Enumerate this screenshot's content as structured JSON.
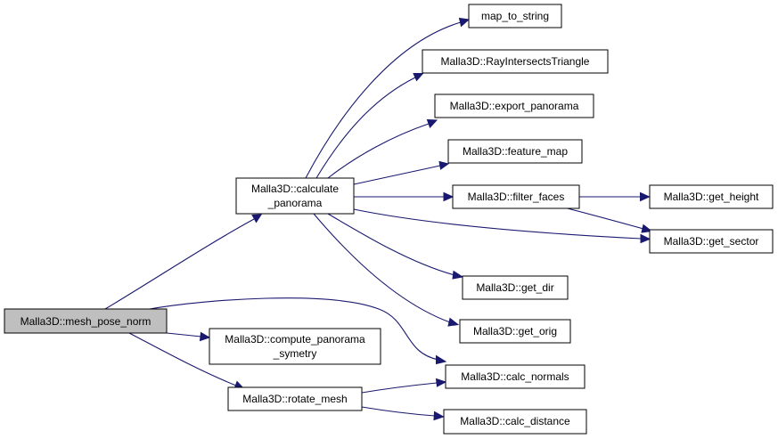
{
  "nodes": {
    "mesh_pose_norm": {
      "lines": [
        "Malla3D::mesh_pose_norm"
      ],
      "root": true
    },
    "calculate_panorama": {
      "lines": [
        "Malla3D::calculate",
        "_panorama"
      ]
    },
    "compute_panorama_symetry": {
      "lines": [
        "Malla3D::compute_panorama",
        "_symetry"
      ]
    },
    "rotate_mesh": {
      "lines": [
        "Malla3D::rotate_mesh"
      ]
    },
    "map_to_string": {
      "lines": [
        "map_to_string"
      ]
    },
    "ray_intersects_triangle": {
      "lines": [
        "Malla3D::RayIntersectsTriangle"
      ]
    },
    "export_panorama": {
      "lines": [
        "Malla3D::export_panorama"
      ]
    },
    "feature_map": {
      "lines": [
        "Malla3D::feature_map"
      ]
    },
    "filter_faces": {
      "lines": [
        "Malla3D::filter_faces"
      ]
    },
    "get_height": {
      "lines": [
        "Malla3D::get_height"
      ]
    },
    "get_sector": {
      "lines": [
        "Malla3D::get_sector"
      ]
    },
    "get_dir": {
      "lines": [
        "Malla3D::get_dir"
      ]
    },
    "get_orig": {
      "lines": [
        "Malla3D::get_orig"
      ]
    },
    "calc_normals": {
      "lines": [
        "Malla3D::calc_normals"
      ]
    },
    "calc_distance": {
      "lines": [
        "Malla3D::calc_distance"
      ]
    }
  },
  "edges": [
    {
      "from": "mesh_pose_norm",
      "to": "calculate_panorama"
    },
    {
      "from": "mesh_pose_norm",
      "to": "calc_normals"
    },
    {
      "from": "mesh_pose_norm",
      "to": "compute_panorama_symetry"
    },
    {
      "from": "mesh_pose_norm",
      "to": "rotate_mesh"
    },
    {
      "from": "calculate_panorama",
      "to": "map_to_string"
    },
    {
      "from": "calculate_panorama",
      "to": "ray_intersects_triangle"
    },
    {
      "from": "calculate_panorama",
      "to": "export_panorama"
    },
    {
      "from": "calculate_panorama",
      "to": "feature_map"
    },
    {
      "from": "calculate_panorama",
      "to": "filter_faces"
    },
    {
      "from": "calculate_panorama",
      "to": "get_sector"
    },
    {
      "from": "calculate_panorama",
      "to": "get_dir"
    },
    {
      "from": "calculate_panorama",
      "to": "get_orig"
    },
    {
      "from": "filter_faces",
      "to": "get_height"
    },
    {
      "from": "filter_faces",
      "to": "get_sector"
    },
    {
      "from": "rotate_mesh",
      "to": "calc_normals"
    },
    {
      "from": "rotate_mesh",
      "to": "calc_distance"
    }
  ],
  "colors": {
    "edge": "#191970",
    "node_border": "#000000",
    "root_fill": "#bfbfbf",
    "node_fill": "#ffffff"
  }
}
